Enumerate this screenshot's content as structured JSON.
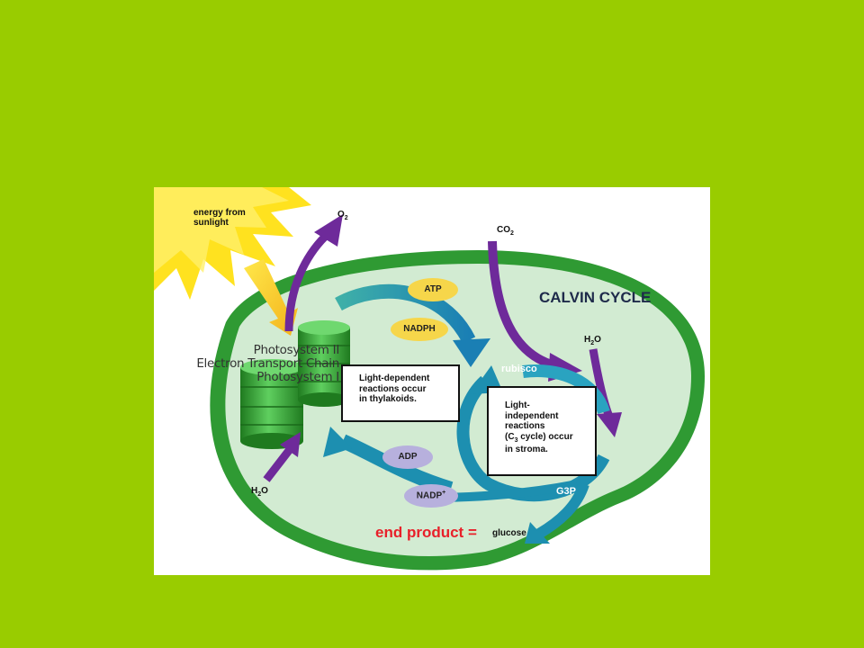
{
  "diagram": {
    "sun_label": [
      "energy from",
      "sunlight"
    ],
    "o2_label": "O",
    "o2_sub": "2",
    "co2_label": "CO",
    "co2_sub": "2",
    "calvin_title": "CALVIN CYCLE",
    "h2o_right": "H",
    "h2o_right_sub": "2",
    "h2o_right_end": "O",
    "h2o_left": "H",
    "h2o_left_sub": "2",
    "h2o_left_end": "O",
    "atp": "ATP",
    "nadph": "NADPH",
    "adp": "ADP",
    "nadp": "NADP",
    "nadp_sup": "+",
    "rubisco": "rubisco",
    "g3p": "G3P",
    "photosystem_lines": [
      "Photosystem II",
      "Electron Transport Chain",
      "Photosystem I"
    ],
    "light_dependent_box": [
      "Light-dependent",
      "reactions occur",
      "in thylakoids."
    ],
    "light_independent_box": [
      "Light-",
      "independent",
      "reactions",
      "(C",
      "3",
      " cycle) occur",
      "in stroma."
    ],
    "end_product": "end product =",
    "glucose": "glucose",
    "colors": {
      "slide_bg": "#99cc00",
      "chloroplast_outer": "#3aa23a",
      "chloroplast_inner": "#d2ebd2",
      "sun": "#ffe21f",
      "purple_arrow": "#6e2a9a",
      "blue_arrow": "#1d8fb0",
      "pill_yellow": "#f6d64a",
      "pill_lavender": "#b7b0dd",
      "end_product_red": "#e8202a"
    }
  }
}
